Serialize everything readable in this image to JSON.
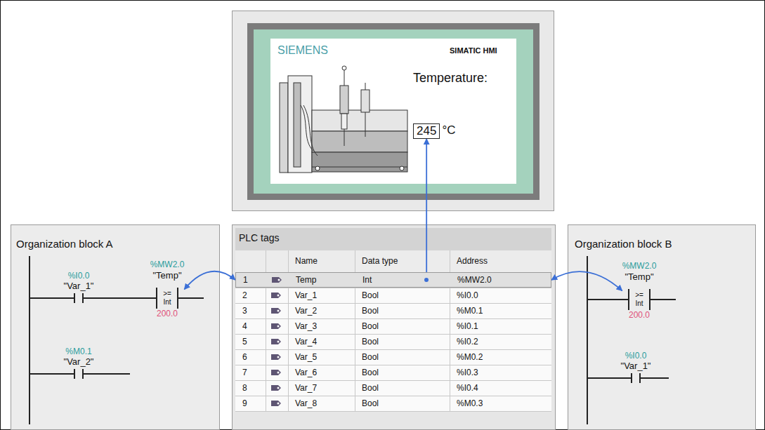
{
  "diagram": {
    "nodes": [
      {
        "text": [
          "SIEMENS",
          "SIMATIC HMI",
          "Temperature:",
          "°C"
        ]
      },
      {
        "text": [
          "245"
        ],
        "in": 0
      },
      {
        "text": [
          "Organization block A"
        ]
      },
      {
        "text": [
          "%MW2.0",
          "\"Temp\"",
          ">=",
          "Int",
          "200.0"
        ],
        "in": 2
      },
      {
        "text": [
          "PLC tags"
        ]
      },
      {
        "text": [
          "Name",
          "Data type",
          "Address"
        ],
        "in": 4
      },
      {
        "text": [
          "1",
          "Temp",
          "Int",
          "%MW2.0"
        ],
        "in": 4
      },
      {
        "text": [
          "2",
          "Var_1",
          "Bool",
          "%I0.0"
        ],
        "in": 4
      },
      {
        "text": [
          "3",
          "Var_2",
          "Bool",
          "%M0.1"
        ],
        "in": 4
      },
      {
        "text": [
          "4",
          "Var_3",
          "Bool",
          "%I0.1"
        ],
        "in": 4
      },
      {
        "text": [
          "5",
          "Var_4",
          "Bool",
          "%I0.2"
        ],
        "in": 4
      },
      {
        "text": [
          "6",
          "Var_5",
          "Bool",
          "%M0.2"
        ],
        "in": 4
      },
      {
        "text": [
          "7",
          "Var_6",
          "Bool",
          "%I0.3"
        ],
        "in": 4
      },
      {
        "text": [
          "8",
          "Var_7",
          "Bool",
          "%I0.4"
        ],
        "in": 4
      },
      {
        "text": [
          "9",
          "Var_8",
          "Bool",
          "%M0.3"
        ],
        "in": 4
      },
      {
        "text": [
          "Organization block B"
        ]
      },
      {
        "text": [
          "%MW2.0",
          "\"Temp\"",
          ">=",
          "Int",
          "200.0"
        ],
        "in": 15
      }
    ],
    "edges": [
      {
        "from": 6,
        "to": 3,
        "arrow": "both"
      },
      {
        "from": 6,
        "to": 16,
        "arrow": "both"
      },
      {
        "from": 6,
        "to": 1,
        "arrow": "to"
      }
    ],
    "labels": [
      "%I0.0",
      "\"Var_1\"",
      "%M0.1",
      "\"Var_2\"",
      "%I0.0",
      "\"Var_1\""
    ]
  }
}
